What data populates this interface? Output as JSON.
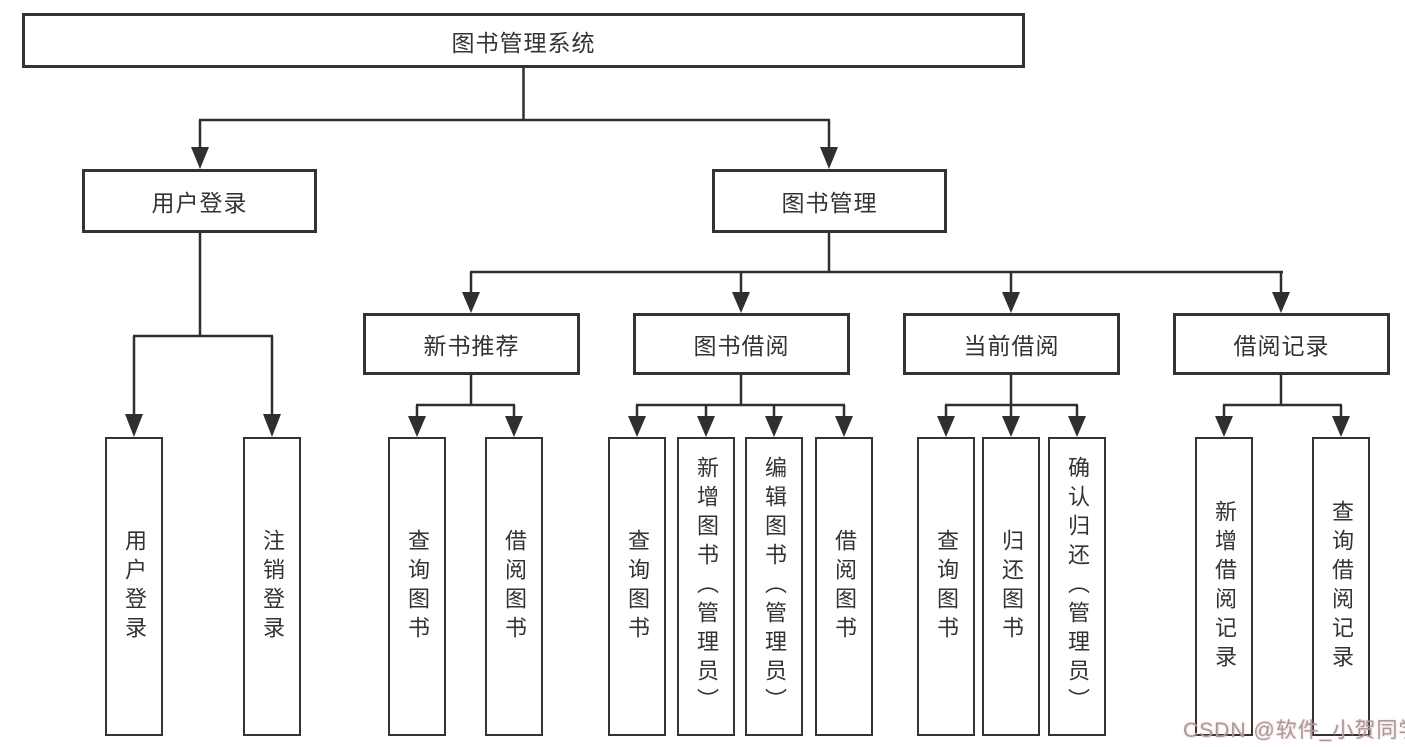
{
  "diagram_title": "图书管理系统",
  "colors": {
    "line": "#2f2f2f",
    "box_border": "#333333",
    "text": "#333333",
    "background": "#ffffff",
    "watermark_text": "#a29c9c"
  },
  "tree": {
    "label": "图书管理系统",
    "children": [
      {
        "label": "用户登录",
        "children": [
          {
            "label": "用户登录"
          },
          {
            "label": "注销登录"
          }
        ]
      },
      {
        "label": "图书管理",
        "children": [
          {
            "label": "新书推荐",
            "children": [
              {
                "label": "查询图书"
              },
              {
                "label": "借阅图书"
              }
            ]
          },
          {
            "label": "图书借阅",
            "children": [
              {
                "label": "查询图书"
              },
              {
                "label": "新增图书（管理员）"
              },
              {
                "label": "编辑图书（管理员）"
              },
              {
                "label": "借阅图书"
              }
            ]
          },
          {
            "label": "当前借阅",
            "children": [
              {
                "label": "查询图书"
              },
              {
                "label": "归还图书"
              },
              {
                "label": "确认归还（管理员）"
              }
            ]
          },
          {
            "label": "借阅记录",
            "children": [
              {
                "label": "新增借阅记录"
              },
              {
                "label": "查询借阅记录"
              }
            ]
          }
        ]
      }
    ]
  },
  "watermark": "CSDN @软件_小贺同学"
}
